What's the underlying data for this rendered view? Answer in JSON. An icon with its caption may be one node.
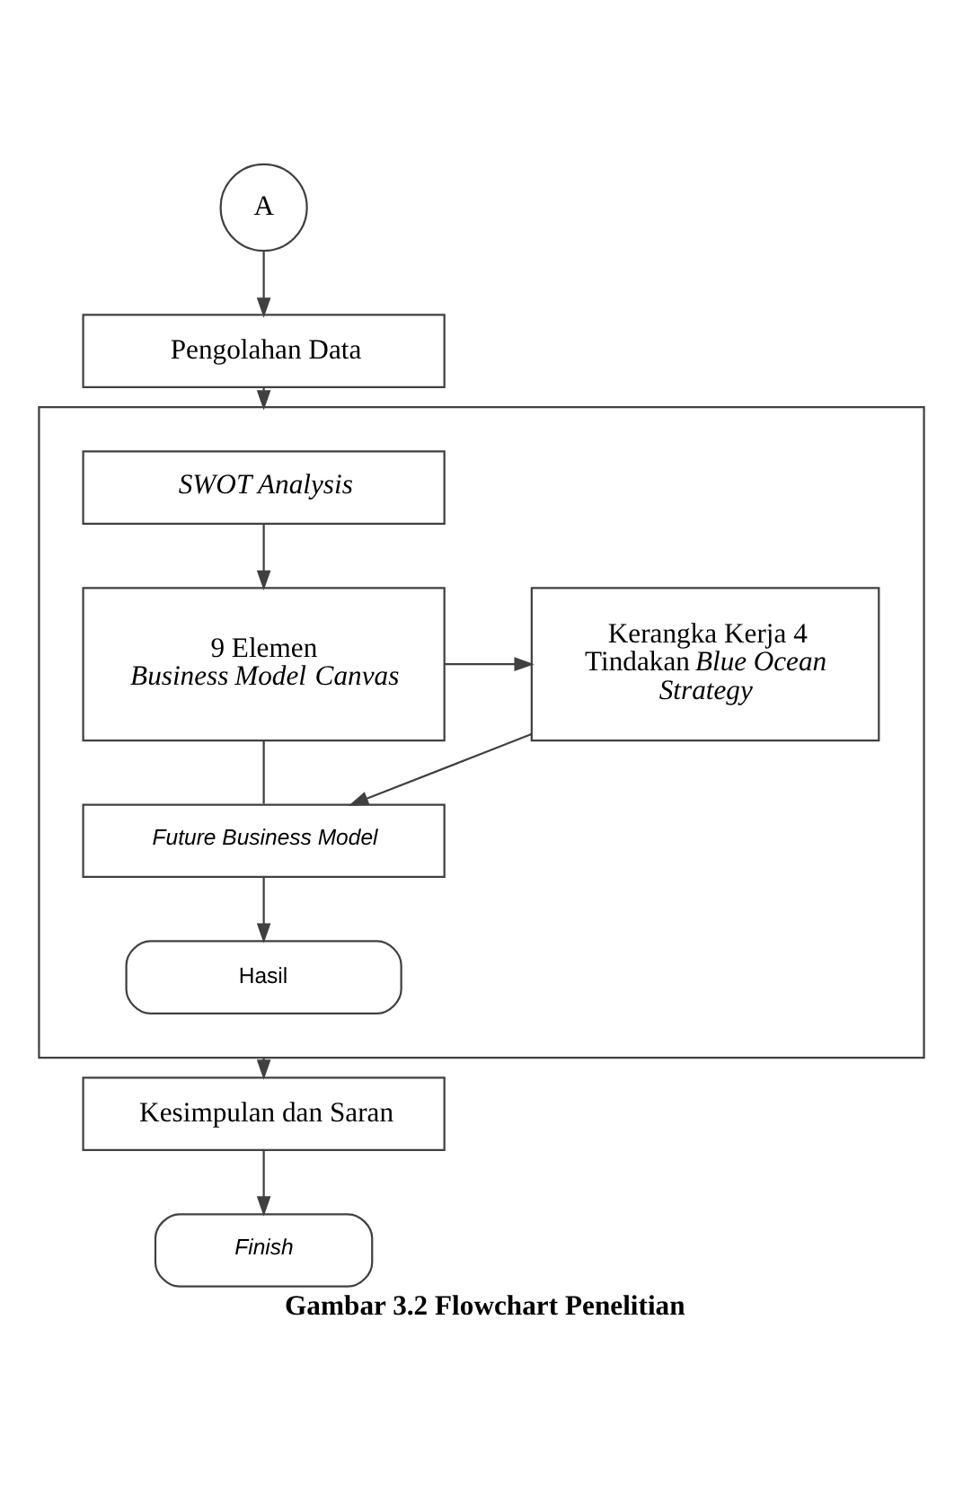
{
  "diagram": {
    "caption": "Gambar 3.2 Flowchart Penelitian",
    "nodes": [
      {
        "text": [
          "A"
        ]
      },
      {
        "text": [
          "Pengolahan Data"
        ]
      },
      {
        "text": [],
        "shape": "box"
      },
      {
        "text": [
          "SWOT Analysis"
        ],
        "in": 2
      },
      {
        "text": [
          "9 Elemen *Business Model Canvas*"
        ],
        "in": 2
      },
      {
        "text": [
          "Kerangka Kerja 4 Tindakan *Blue Ocean Strategy*"
        ],
        "in": 2
      },
      {
        "text": [
          "Future Business Model"
        ],
        "in": 2
      },
      {
        "text": [
          "Hasil"
        ],
        "in": 2
      },
      {
        "text": [
          "Kesimpulan dan Saran"
        ]
      },
      {
        "text": [
          "Finish"
        ]
      }
    ],
    "edges": [
      {
        "from": 0,
        "to": 1,
        "arrow": "to"
      },
      {
        "from": 1,
        "to": 2,
        "arrow": "to"
      },
      {
        "from": 3,
        "to": 4,
        "arrow": "to"
      },
      {
        "from": 4,
        "to": 5,
        "arrow": "to"
      },
      {
        "from": 4,
        "to": 6,
        "arrow": "none"
      },
      {
        "from": 5,
        "to": 6,
        "arrow": "to"
      },
      {
        "from": 6,
        "to": 7,
        "arrow": "to"
      },
      {
        "from": 2,
        "to": 8,
        "arrow": "to"
      },
      {
        "from": 8,
        "to": 9,
        "arrow": "to"
      }
    ]
  }
}
